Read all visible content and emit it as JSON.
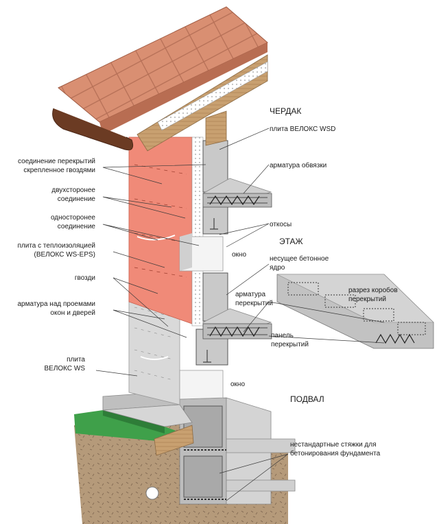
{
  "zones": {
    "attic": "ЧЕРДАК",
    "floor": "ЭТАЖ",
    "basement": "ПОДВАЛ"
  },
  "labels_left": {
    "nailed_joint_l1": "соединение перекрытий",
    "nailed_joint_l2": "скрепленное гвоздями",
    "two_sided_l1": "двухсторонее",
    "two_sided_l2": "соединение",
    "one_sided_l1": "односторонее",
    "one_sided_l2": "соединение",
    "eps_plate_l1": "плита с теплоизоляцией",
    "eps_plate_l2": "(ВЕЛОКС WS-EPS)",
    "nails": "гвозди",
    "opening_rebar_l1": "арматура над проемами",
    "opening_rebar_l2": "окон и дверей",
    "ws_plate_l1": "плита",
    "ws_plate_l2": "ВЕЛОКС WS"
  },
  "labels_right": {
    "wsd_plate": "плита ВЕЛОКС WSD",
    "tie_rebar": "арматура обвязки",
    "reveals": "откосы",
    "window_upper": "окно",
    "core_l1": "несущее бетонное",
    "core_l2": "ядро",
    "slab_rebar_l1": "арматура",
    "slab_rebar_l2": "перекрытий",
    "panel_l1": "панель",
    "panel_l2": "перекрытий",
    "section_l1": "разрез коробов",
    "section_l2": "перекрытий",
    "window_lower": "окно",
    "ties_l1": "нестандартные стяжки для",
    "ties_l2": "бетонирования фундамента"
  },
  "colors": {
    "roof_tile": "#d98f72",
    "insulation_pink": "#f08a78",
    "concrete": "#c9c9c9",
    "ground": "#b59a7a",
    "grass": "#3fa04a",
    "timber": "#c8a070"
  }
}
